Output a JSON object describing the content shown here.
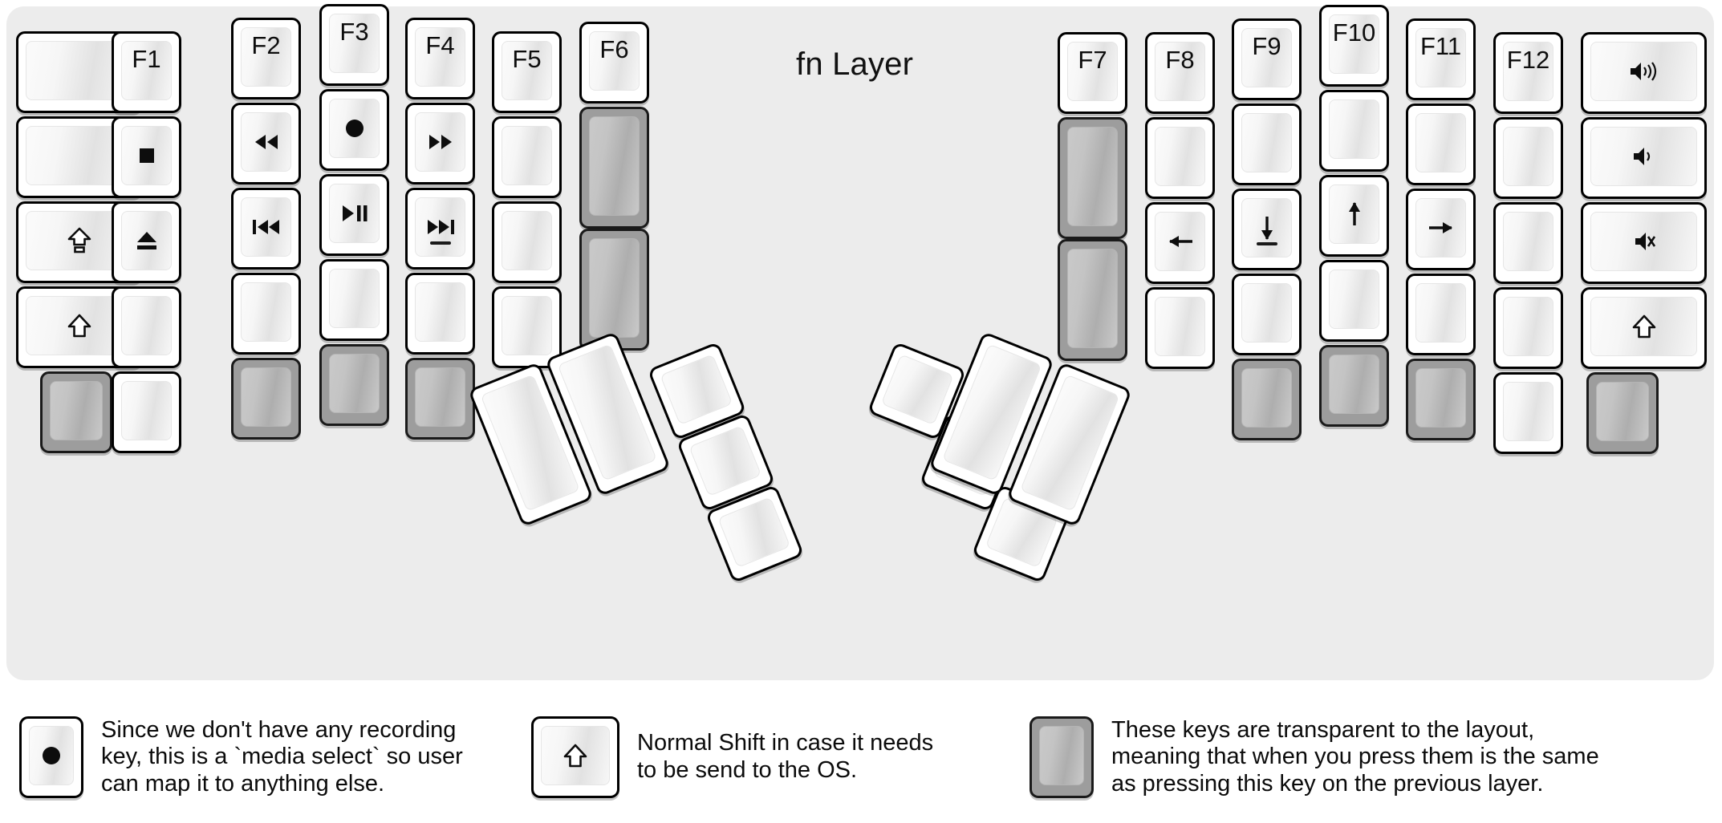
{
  "title": "fn Layer",
  "colors": {
    "panel_bg": "#ececec",
    "page_bg": "#ffffff",
    "key_face": "#ffffff",
    "key_border": "#000000",
    "transparent_key": "#9d9d9d",
    "glyph": "#0d0d0d"
  },
  "left_half": {
    "columns": [
      {
        "name": "pinky-outer",
        "keys": [
          {
            "label": "",
            "icon": "",
            "style": "blank"
          },
          {
            "label": "",
            "icon": "",
            "style": "blank"
          },
          {
            "label": "",
            "icon": "caps-lock-icon",
            "style": "icon"
          },
          {
            "label": "",
            "icon": "shift-icon",
            "style": "icon"
          },
          {
            "label": "",
            "icon": "",
            "style": "transparent"
          }
        ]
      },
      {
        "name": "pinky",
        "keys": [
          {
            "label": "F1",
            "icon": "",
            "style": "fkey"
          },
          {
            "label": "",
            "icon": "media-stop-icon",
            "style": "icon"
          },
          {
            "label": "",
            "icon": "media-eject-icon",
            "style": "icon"
          },
          {
            "label": "",
            "icon": "",
            "style": "blank"
          },
          {
            "label": "",
            "icon": "",
            "style": "blank"
          }
        ]
      },
      {
        "name": "ring",
        "keys": [
          {
            "label": "F2",
            "icon": "",
            "style": "fkey"
          },
          {
            "label": "",
            "icon": "media-rewind-icon",
            "style": "icon"
          },
          {
            "label": "",
            "icon": "media-previous-icon",
            "style": "icon"
          },
          {
            "label": "",
            "icon": "",
            "style": "blank"
          },
          {
            "label": "",
            "icon": "",
            "style": "transparent"
          }
        ]
      },
      {
        "name": "middle",
        "keys": [
          {
            "label": "F3",
            "icon": "",
            "style": "fkey"
          },
          {
            "label": "",
            "icon": "media-record-icon",
            "style": "icon"
          },
          {
            "label": "",
            "icon": "media-play-pause-icon",
            "style": "icon"
          },
          {
            "label": "",
            "icon": "",
            "style": "blank"
          },
          {
            "label": "",
            "icon": "",
            "style": "transparent"
          }
        ]
      },
      {
        "name": "index",
        "keys": [
          {
            "label": "F4",
            "icon": "",
            "style": "fkey"
          },
          {
            "label": "",
            "icon": "media-fast-forward-icon",
            "style": "icon"
          },
          {
            "label": "",
            "icon": "media-next-icon",
            "style": "icon-homing"
          },
          {
            "label": "",
            "icon": "",
            "style": "blank"
          },
          {
            "label": "",
            "icon": "",
            "style": "transparent"
          }
        ]
      },
      {
        "name": "inner",
        "keys": [
          {
            "label": "F5",
            "icon": "",
            "style": "fkey"
          },
          {
            "label": "",
            "icon": "",
            "style": "blank"
          },
          {
            "label": "",
            "icon": "",
            "style": "blank"
          },
          {
            "label": "",
            "icon": "",
            "style": "blank"
          }
        ]
      },
      {
        "name": "innermost",
        "keys": [
          {
            "label": "F6",
            "icon": "",
            "style": "fkey"
          },
          {
            "label": "",
            "icon": "",
            "style": "transparent-tall"
          },
          {
            "label": "",
            "icon": "",
            "style": "transparent-tall"
          }
        ]
      }
    ],
    "thumb_cluster": [
      {
        "name": "thumb-big-outer",
        "size": "2u",
        "label": "",
        "style": "blank"
      },
      {
        "name": "thumb-big-inner",
        "size": "2u",
        "label": "",
        "style": "blank"
      },
      {
        "name": "thumb-small-top",
        "size": "1u",
        "label": "",
        "style": "blank"
      },
      {
        "name": "thumb-small-mid",
        "size": "1u",
        "label": "",
        "style": "blank"
      },
      {
        "name": "thumb-small-bottom",
        "size": "1u",
        "label": "",
        "style": "blank"
      }
    ]
  },
  "right_half": {
    "columns": [
      {
        "name": "innermost",
        "keys": [
          {
            "label": "F7",
            "icon": "",
            "style": "fkey"
          },
          {
            "label": "",
            "icon": "",
            "style": "transparent-tall"
          },
          {
            "label": "",
            "icon": "",
            "style": "transparent-tall"
          }
        ]
      },
      {
        "name": "inner",
        "keys": [
          {
            "label": "F8",
            "icon": "",
            "style": "fkey"
          },
          {
            "label": "",
            "icon": "",
            "style": "blank"
          },
          {
            "label": "",
            "icon": "arrow-left-icon",
            "style": "icon"
          },
          {
            "label": "",
            "icon": "",
            "style": "blank"
          }
        ]
      },
      {
        "name": "index",
        "keys": [
          {
            "label": "F9",
            "icon": "",
            "style": "fkey"
          },
          {
            "label": "",
            "icon": "",
            "style": "blank"
          },
          {
            "label": "",
            "icon": "arrow-down-icon",
            "style": "icon-homing"
          },
          {
            "label": "",
            "icon": "",
            "style": "blank"
          },
          {
            "label": "",
            "icon": "",
            "style": "transparent"
          }
        ]
      },
      {
        "name": "middle",
        "keys": [
          {
            "label": "F10",
            "icon": "",
            "style": "fkey"
          },
          {
            "label": "",
            "icon": "",
            "style": "blank"
          },
          {
            "label": "",
            "icon": "arrow-up-icon",
            "style": "icon"
          },
          {
            "label": "",
            "icon": "",
            "style": "blank"
          },
          {
            "label": "",
            "icon": "",
            "style": "transparent"
          }
        ]
      },
      {
        "name": "ring",
        "keys": [
          {
            "label": "F11",
            "icon": "",
            "style": "fkey"
          },
          {
            "label": "",
            "icon": "",
            "style": "blank"
          },
          {
            "label": "",
            "icon": "arrow-right-icon",
            "style": "icon"
          },
          {
            "label": "",
            "icon": "",
            "style": "blank"
          },
          {
            "label": "",
            "icon": "",
            "style": "transparent"
          }
        ]
      },
      {
        "name": "pinky",
        "keys": [
          {
            "label": "F12",
            "icon": "",
            "style": "fkey"
          },
          {
            "label": "",
            "icon": "",
            "style": "blank"
          },
          {
            "label": "",
            "icon": "",
            "style": "blank"
          },
          {
            "label": "",
            "icon": "",
            "style": "blank"
          },
          {
            "label": "",
            "icon": "",
            "style": "blank"
          }
        ]
      },
      {
        "name": "pinky-outer",
        "keys": [
          {
            "label": "",
            "icon": "volume-up-icon",
            "style": "icon"
          },
          {
            "label": "",
            "icon": "volume-down-icon",
            "style": "icon"
          },
          {
            "label": "",
            "icon": "volume-mute-icon",
            "style": "icon"
          },
          {
            "label": "",
            "icon": "shift-icon",
            "style": "icon"
          },
          {
            "label": "",
            "icon": "",
            "style": "transparent"
          }
        ]
      }
    ],
    "thumb_cluster": [
      {
        "name": "thumb-small-top",
        "size": "1u",
        "label": "",
        "style": "blank"
      },
      {
        "name": "thumb-small-mid",
        "size": "1u",
        "label": "",
        "style": "blank"
      },
      {
        "name": "thumb-small-bottom",
        "size": "1u",
        "label": "",
        "style": "blank"
      },
      {
        "name": "thumb-big-inner",
        "size": "2u",
        "label": "",
        "style": "blank"
      },
      {
        "name": "thumb-big-outer",
        "size": "2u",
        "label": "",
        "style": "blank"
      }
    ]
  },
  "legend": [
    {
      "key_icon": "media-record-icon",
      "key_style": "blank",
      "text": "Since we don't have any recording\nkey, this is a `media select` so user\ncan map it to anything else."
    },
    {
      "key_icon": "shift-icon",
      "key_style": "blank",
      "text": "Normal Shift in case it needs\nto be send to the OS."
    },
    {
      "key_icon": "",
      "key_style": "transparent",
      "text": "These keys are transparent to the layout,\nmeaning that when you press them is the same\nas pressing this key on the previous layer."
    }
  ]
}
